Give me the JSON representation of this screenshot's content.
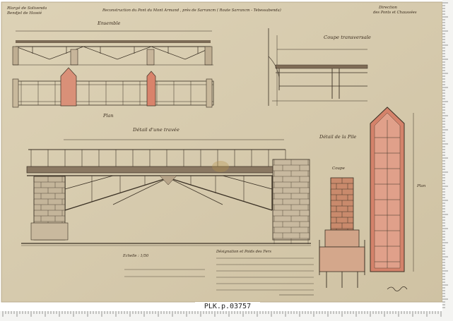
{
  "header": {
    "left_line1": "Rlargé de Solivenda",
    "left_line2": "Bendjel de Hawié",
    "title": "Reconstruction du Pont du Mont Armand , près de Sarrancm ( Route Sarrancm - Tebessabenda)",
    "right_line1": "Direction",
    "right_line2": "des Ponts et Chaussées"
  },
  "views": {
    "elevation": "Ensemble",
    "plan": "Plan",
    "cross_section": "Coupe transversale",
    "detail_span": "Détail d'une travée",
    "pier_detail": "Détail de la Pile",
    "pier_cut": "Coupe",
    "pier_plan": "Plan"
  },
  "notes": {
    "scale": "Echelle : 1/50",
    "quantities_title": "Désignation et Poids des Fers"
  },
  "archive": {
    "reference": "PLK.p.03757"
  },
  "colors": {
    "paper": "#d8cdb2",
    "ink": "#3a3024",
    "red_wash": "#d9836b",
    "stone_wash": "#c98a6c"
  }
}
